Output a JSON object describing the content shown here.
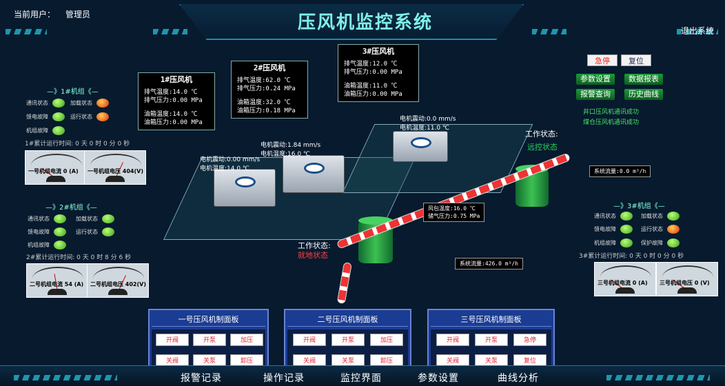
{
  "header": {
    "user_label": "当前用户：",
    "user_name": "管理员",
    "title": "压风机监控系统",
    "exit": "退出系统"
  },
  "boxes": [
    {
      "title": "1#压风机",
      "lines": [
        "排气温度:14.0 ℃",
        "排气压力:0.00 MPa",
        "",
        "油箱温度:14.0 ℃",
        "油箱压力:0.00 MPa"
      ]
    },
    {
      "title": "2#压风机",
      "lines": [
        "排气温度:62.0 ℃",
        "排气压力:0.24 MPa",
        "",
        "油箱温度:32.0 ℃",
        "油箱压力:0.18 MPa"
      ]
    },
    {
      "title": "3#压风机",
      "lines": [
        "排气温度:12.0 ℃",
        "排气压力:0.00 MPa",
        "",
        "油箱温度:11.0 ℃",
        "油箱压力:0.00 MPa"
      ]
    }
  ],
  "motors": [
    {
      "l1": "电机震动:0.00 mm/s",
      "l2": "电机温度:14.0 ℃"
    },
    {
      "l1": "电机震动:1.84 mm/s",
      "l2": "电机温度:16.0 ℃"
    },
    {
      "l1": "电机震动:0.0 mm/s",
      "l2": "电机温度:11.0 ℃"
    }
  ],
  "bag": {
    "l1": "风包温度:16.0 ℃",
    "l2": "储气压力:0.75 MPa"
  },
  "flow1": "系统流量:0.0 m³/h",
  "flow2": "系统流量:426.0 m³/h",
  "work1": {
    "label": "工作状态:",
    "value": "远控状态"
  },
  "work2": {
    "label": "工作状态:",
    "value": "就地状态"
  },
  "units": [
    {
      "title": "—》1#机组《—",
      "comm": "通讯状态",
      "load": "加载状态",
      "fault_e": "馈电故障",
      "run": "运行状态",
      "fault_u": "机组故障",
      "runtime": "1#累计运行时间: 0 天 0 时 0 分 0 秒",
      "m1": "一号机组电流 0 (A)",
      "m2": "一号机组电压 404(V)"
    },
    {
      "title": "—》2#机组《—",
      "comm": "通讯状态",
      "load": "加载状态",
      "fault_e": "馈电故障",
      "run": "运行状态",
      "fault_u": "机组故障",
      "runtime": "2#累计运行时间: 0 天 0 时 8 分 6 秒",
      "m1": "二号机组电流 54 (A)",
      "m2": "二号机组电压 402(V)"
    },
    {
      "title": "—》3#机组《—",
      "comm": "通讯状态",
      "load": "加载状态",
      "fault_e": "馈电故障",
      "run": "运行状态",
      "fault_u": "机组故障",
      "prot": "保护故障",
      "runtime": "3#累计运行时间: 0 天 0 时 0 分 0 秒",
      "m1": "三号机组电流 0 (A)",
      "m2": "三号机组电压 0 (V)"
    }
  ],
  "right": {
    "estop": "急停",
    "reset": "复位",
    "params": "参数设置",
    "report": "数据报表",
    "alarm_q": "报警查询",
    "history": "历史曲线",
    "msg1": "井口压风机通讯成功",
    "msg2": "煤仓压风机通讯成功"
  },
  "panels": [
    {
      "title": "一号压风机制面板",
      "b": [
        "开阀",
        "开泵",
        "加压",
        "关阀",
        "关泵",
        "卸压"
      ]
    },
    {
      "title": "二号压风机制面板",
      "b": [
        "开阀",
        "开泵",
        "加压",
        "关阀",
        "关泵",
        "卸压"
      ]
    },
    {
      "title": "三号压风机制面板",
      "b": [
        "开阀",
        "开泵",
        "急停",
        "关阀",
        "关泵",
        "复位"
      ]
    }
  ],
  "nav": [
    "报警记录",
    "操作记录",
    "监控界面",
    "参数设置",
    "曲线分析"
  ]
}
